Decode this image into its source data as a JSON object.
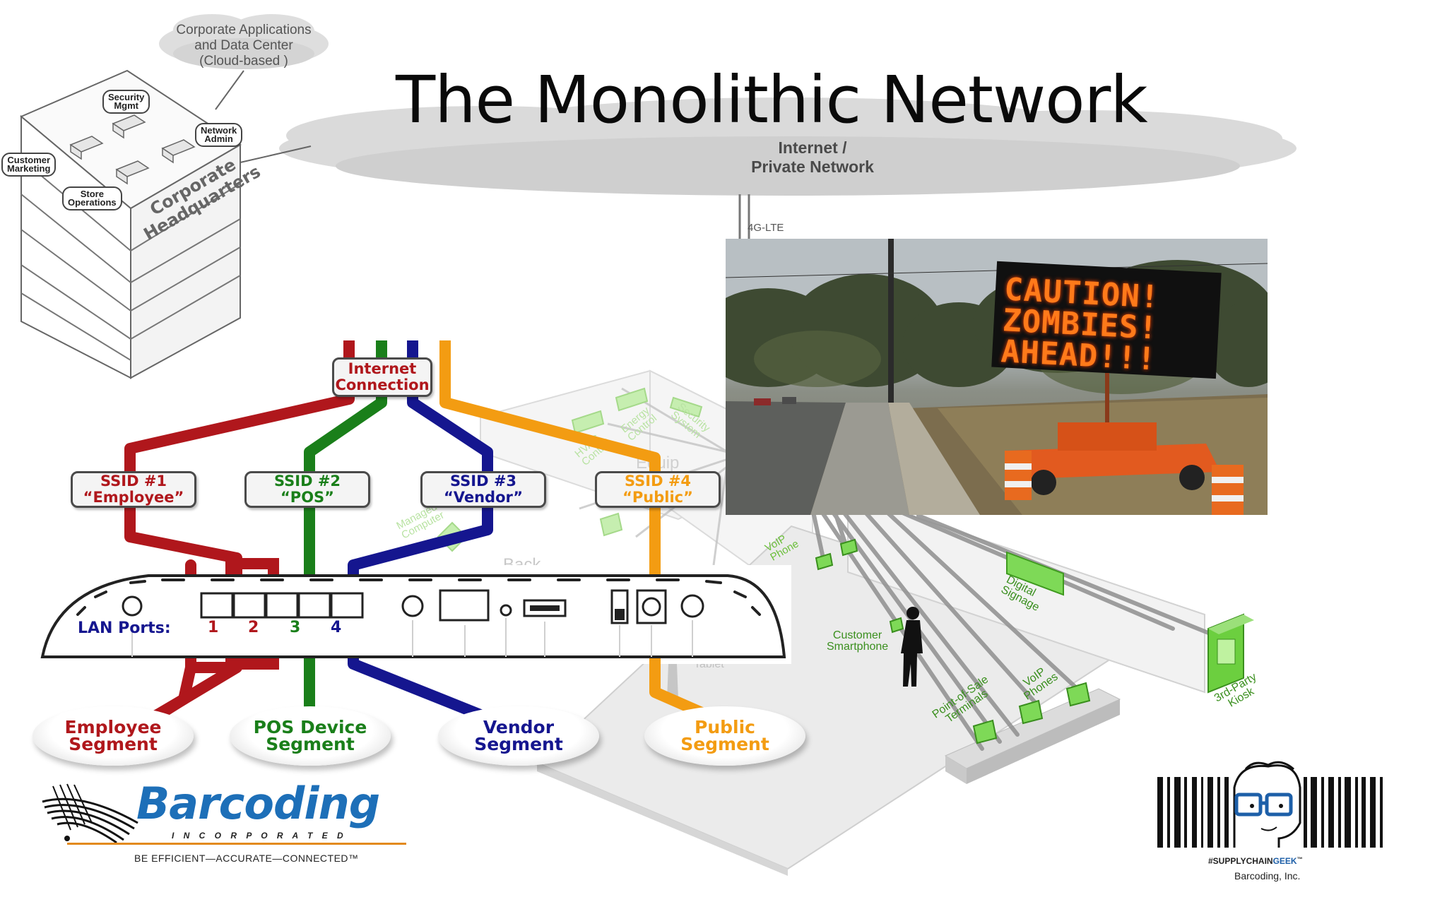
{
  "slide": {
    "title": "The Monolithic Network"
  },
  "cloud_small": {
    "line1": "Corporate Applications",
    "line2": "and Data Center",
    "line3": "(Cloud-based )"
  },
  "cloud_main": {
    "line1": "Internet /",
    "line2": "Private Network"
  },
  "lte_label": "4G-LTE",
  "headquarters": {
    "label1": "Corporate",
    "label2": "Headquarters",
    "tags": {
      "security": [
        "Security",
        "Mgmt"
      ],
      "network": [
        "Network",
        "Admin"
      ],
      "customer": [
        "Customer",
        "Marketing"
      ],
      "store": [
        "Store",
        "Operations"
      ]
    }
  },
  "router_diagram": {
    "internet_connection": [
      "Internet",
      "Connection"
    ],
    "ssids": [
      {
        "line1": "SSID #1",
        "line2": "“Employee”",
        "color": "#b0171c"
      },
      {
        "line1": "SSID #2",
        "line2": "“POS”",
        "color": "#1a7f1a"
      },
      {
        "line1": "SSID #3",
        "line2": "“Vendor”",
        "color": "#15168f"
      },
      {
        "line1": "SSID #4",
        "line2": "“Public”",
        "color": "#f39c12"
      }
    ],
    "lan_label": "LAN Ports:",
    "port_numbers": [
      "1",
      "2",
      "3",
      "4"
    ],
    "segments": [
      {
        "line1": "Employee",
        "line2": "Segment",
        "color": "#b0171c"
      },
      {
        "line1": "POS Device",
        "line2": "Segment",
        "color": "#1a7f1a"
      },
      {
        "line1": "Vendor",
        "line2": "Segment",
        "color": "#15168f"
      },
      {
        "line1": "Public",
        "line2": "Segment",
        "color": "#f39c12"
      }
    ]
  },
  "store_labels": {
    "voip": [
      "VoIP",
      "Phone"
    ],
    "customer_smartphone": [
      "Customer",
      "Smartphone"
    ],
    "digital_signage": [
      "Digital",
      "Signage"
    ],
    "pos_terminals": [
      "Point-of-Sale",
      "Terminals"
    ],
    "voip_phones": [
      "VoIP",
      "Phones"
    ],
    "kiosk": [
      "3rd-Party",
      "Kiosk"
    ],
    "tablet": "Tablet",
    "faded_managed": [
      "Managed",
      "Computer"
    ],
    "faded_hvac": [
      "HVAC",
      "Control"
    ],
    "faded_energy": [
      "Energy",
      "Control"
    ],
    "faded_security": [
      "Security",
      "System"
    ],
    "faded_back": "Back",
    "faded_equip": "Equip"
  },
  "photo": {
    "sign_lines": [
      "CAUTION!",
      "ZOMBIES!",
      "AHEAD!!!"
    ]
  },
  "barcoding_logo": {
    "name": "Barcoding",
    "sub": "I N C O R P O R A T E D",
    "tagline": "BE EFFICIENT—ACCURATE—CONNECTED™"
  },
  "geek_logo": {
    "hashtag_a": "#SUPPLYCHAIN",
    "hashtag_b": "GEEK",
    "tm": "™",
    "company": "Barcoding, Inc."
  },
  "colors": {
    "employee": "#b0171c",
    "pos": "#1a7f1a",
    "vendor": "#15168f",
    "public": "#f39c12",
    "device_green": "#7ed957",
    "barcoding_blue": "#1d6fb8"
  }
}
